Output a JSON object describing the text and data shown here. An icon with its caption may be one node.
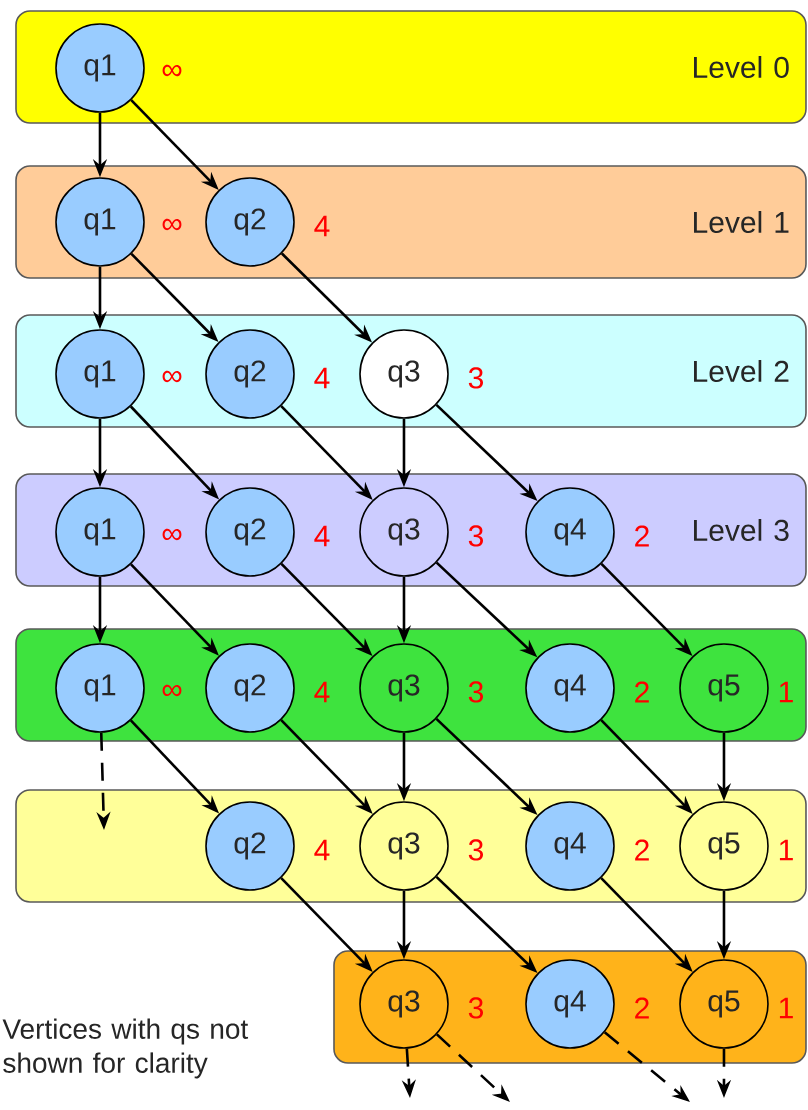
{
  "diagram": {
    "nodes": [
      {
        "text": [
          "Level 0"
        ]
      },
      {
        "text": [
          "q1"
        ],
        "in": 0,
        "beside": [
          "∞"
        ]
      },
      {
        "text": [
          "Level 1"
        ]
      },
      {
        "text": [
          "q1"
        ],
        "in": 2,
        "beside": [
          "∞"
        ]
      },
      {
        "text": [
          "q2"
        ],
        "in": 2,
        "beside": [
          "4"
        ]
      },
      {
        "text": [
          "Level 2"
        ]
      },
      {
        "text": [
          "q1"
        ],
        "in": 5,
        "beside": [
          "∞"
        ]
      },
      {
        "text": [
          "q2"
        ],
        "in": 5,
        "beside": [
          "4"
        ]
      },
      {
        "text": [
          "q3"
        ],
        "in": 5,
        "beside": [
          "3"
        ]
      },
      {
        "text": [
          "Level 3"
        ]
      },
      {
        "text": [
          "q1"
        ],
        "in": 9,
        "beside": [
          "∞"
        ]
      },
      {
        "text": [
          "q2"
        ],
        "in": 9,
        "beside": [
          "4"
        ]
      },
      {
        "text": [
          "q3"
        ],
        "in": 9,
        "beside": [
          "3"
        ]
      },
      {
        "text": [
          "q4"
        ],
        "in": 9,
        "beside": [
          "2"
        ]
      },
      {
        "text": [],
        "shape": "box"
      },
      {
        "text": [
          "q1"
        ],
        "in": 14,
        "beside": [
          "∞"
        ]
      },
      {
        "text": [
          "q2"
        ],
        "in": 14,
        "beside": [
          "4"
        ]
      },
      {
        "text": [
          "q3"
        ],
        "in": 14,
        "beside": [
          "3"
        ]
      },
      {
        "text": [
          "q4"
        ],
        "in": 14,
        "beside": [
          "2"
        ]
      },
      {
        "text": [
          "q5"
        ],
        "in": 14,
        "beside": [
          "1"
        ]
      },
      {
        "text": [],
        "shape": "box"
      },
      {
        "text": [
          "q2"
        ],
        "in": 20,
        "beside": [
          "4"
        ]
      },
      {
        "text": [
          "q3"
        ],
        "in": 20,
        "beside": [
          "3"
        ]
      },
      {
        "text": [
          "q4"
        ],
        "in": 20,
        "beside": [
          "2"
        ]
      },
      {
        "text": [
          "q5"
        ],
        "in": 20,
        "beside": [
          "1"
        ]
      },
      {
        "text": [],
        "shape": "box"
      },
      {
        "text": [
          "q3"
        ],
        "in": 25,
        "beside": [
          "3"
        ]
      },
      {
        "text": [
          "q4"
        ],
        "in": 25,
        "beside": [
          "2"
        ]
      },
      {
        "text": [
          "q5"
        ],
        "in": 25,
        "beside": [
          "1"
        ]
      }
    ],
    "edges": [
      {
        "from": 1,
        "to": 3,
        "arrow": "to"
      },
      {
        "from": 1,
        "to": 4,
        "arrow": "to"
      },
      {
        "from": 3,
        "to": 6,
        "arrow": "to"
      },
      {
        "from": 3,
        "to": 7,
        "arrow": "to"
      },
      {
        "from": 4,
        "to": 8,
        "arrow": "to"
      },
      {
        "from": 6,
        "to": 10,
        "arrow": "to"
      },
      {
        "from": 6,
        "to": 11,
        "arrow": "to"
      },
      {
        "from": 7,
        "to": 12,
        "arrow": "to"
      },
      {
        "from": 8,
        "to": 12,
        "arrow": "to"
      },
      {
        "from": 8,
        "to": 13,
        "arrow": "to"
      },
      {
        "from": 10,
        "to": 15,
        "arrow": "to"
      },
      {
        "from": 10,
        "to": 16,
        "arrow": "to"
      },
      {
        "from": 11,
        "to": 17,
        "arrow": "to"
      },
      {
        "from": 12,
        "to": 17,
        "arrow": "to"
      },
      {
        "from": 12,
        "to": 18,
        "arrow": "to"
      },
      {
        "from": 13,
        "to": 19,
        "arrow": "to"
      },
      {
        "from": 15,
        "to": null,
        "arrow": "to",
        "style": "dashed"
      },
      {
        "from": 15,
        "to": 21,
        "arrow": "to"
      },
      {
        "from": 16,
        "to": 22,
        "arrow": "to"
      },
      {
        "from": 17,
        "to": 22,
        "arrow": "to"
      },
      {
        "from": 17,
        "to": 23,
        "arrow": "to"
      },
      {
        "from": 18,
        "to": 24,
        "arrow": "to"
      },
      {
        "from": 19,
        "to": 24,
        "arrow": "to"
      },
      {
        "from": 21,
        "to": 26,
        "arrow": "to"
      },
      {
        "from": 22,
        "to": 26,
        "arrow": "to"
      },
      {
        "from": 22,
        "to": 27,
        "arrow": "to"
      },
      {
        "from": 23,
        "to": 28,
        "arrow": "to"
      },
      {
        "from": 24,
        "to": 28,
        "arrow": "to"
      },
      {
        "from": 26,
        "to": null,
        "arrow": "to",
        "style": "dashed"
      },
      {
        "from": 26,
        "to": null,
        "arrow": "to",
        "style": "dashed"
      },
      {
        "from": 27,
        "to": null,
        "arrow": "to",
        "style": "dashed"
      },
      {
        "from": 28,
        "to": null,
        "arrow": "to",
        "style": "dashed"
      }
    ],
    "labels": [
      "Vertices with qs not shown for clarity"
    ]
  }
}
